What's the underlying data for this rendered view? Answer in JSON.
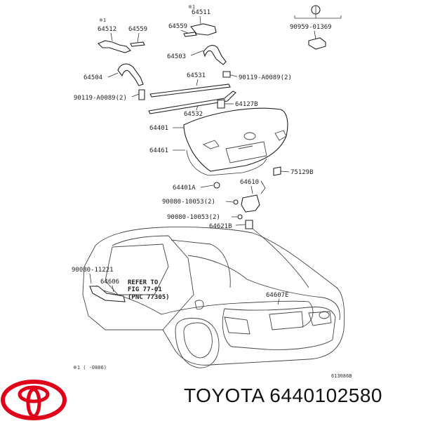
{
  "diagram": {
    "labels": {
      "note_64512": "※1",
      "p64512": "64512",
      "p64559a": "64559",
      "note_64511": "※1",
      "p64511": "64511",
      "p64559b": "64559",
      "p64503": "64503",
      "p90959": "90959-01369",
      "p64504": "64504",
      "p64531": "64531",
      "p90119b": "90119-A0089(2)",
      "p90119a": "90119-A0089(2)",
      "p64127B": "64127B",
      "p64532": "64532",
      "p64401": "64401",
      "p64461": "64461",
      "p75129B": "75129B",
      "p64610": "64610",
      "p64401A": "64401A",
      "p90080a": "90080-10053(2)",
      "p90080b": "90080-10053(2)",
      "p64621B": "64621B",
      "p90080c": "90080-11221",
      "p64606": "64606",
      "refer1": "REFER TO",
      "refer2": "FIG 77-01",
      "refer3": "(PNC 77305)",
      "note1": "※1",
      "note_footer": "※1  (   -0806)",
      "p64607E": "64607E",
      "fig_code": "613086B"
    }
  },
  "caption": {
    "brand": "TOYOTA",
    "part_number": "6440102580"
  },
  "colors": {
    "logo": "#e0001a",
    "text": "#111111"
  },
  "icons": {
    "logo": "toyota-logo-icon"
  }
}
